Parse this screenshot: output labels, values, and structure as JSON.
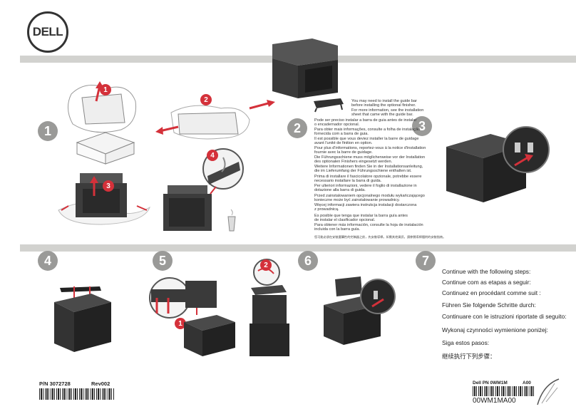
{
  "brand": {
    "logo_text": "DELL"
  },
  "colors": {
    "accent_red": "#d4313a",
    "step_gray": "#9a9a98",
    "band": "#d2d2cf"
  },
  "steps": {
    "s1": "1",
    "s2": "2",
    "s3": "3",
    "s4": "4",
    "s5": "5",
    "s6": "6",
    "s7": "7"
  },
  "substeps": {
    "a1": "1",
    "a2": "2",
    "a3": "3",
    "a4": "4",
    "b1": "1",
    "b2": "2"
  },
  "guide_note": "You may need to install the guide bar\nbefore installing the optional finisher.\nFor more information, see the installation\nsheet that came with the guide bar.",
  "multilang": [
    "Pode ser preciso instalar a barra de guia antes de instalar\no encadernador opcional.\nPara obter mais informações, consulte a folha de instalação\nfornecida com a barra de guia.",
    "Il est possible que vous deviez installer la barre de guidage\navant l'unité de finition en option.\nPour plus d'informations, reportez-vous à la notice d'installation\nfournie avec la barre de guidage.",
    "Die Führungsschiene muss möglicherweise vor der Installation\ndes optionalen Finishers eingesetzt werden.\nWeitere Informationen finden Sie in der Installationsanleitung,\ndie im Lieferumfang der Führungsschiene enthalten ist.",
    "Prima di installare il fascicolatore opzionale, potrebbe essere\nnecessario installare la barra di guida.\nPer ulteriori informazioni, vedere il foglio di installazione in\ndotazione alla barra di guida.",
    "Przed zainstalowaniem opcjonalnego modułu wykańczającego\nkonieczne może być zainstalowanie prowadnicy.\nWięcej informacji zawiera instrukcja instalacji dostarczona\nz prowadnicą.",
    "Es posible que tenga que instalar la barra guía antes\nde instalar el clasificador opcional.\nPara obtener más información, consulte la hoja de instalación\nincluida con la barra guía."
  ],
  "chinese_note": "您可能必須在安裝選購性的完稿器之前，先安裝導桿。如需其他資訊，請參閱導桿隨附的安裝指南。",
  "continue_steps": [
    "Continue with the following steps:",
    "Continue com as etapas a seguir:",
    "Continuez en procédant comme suit :",
    "Führen Sie folgende Schritte durch:",
    "Continuare con le istruzioni riportate di seguito:",
    "Wykonaj czynności wymienione poniżej:",
    "Siga estos pasos:",
    "继续执行下列步骤："
  ],
  "footer": {
    "pn_left": "P/N 3072728",
    "rev": "Rev002",
    "dell_pn": "Dell PN 0WM1M",
    "a00": "A00",
    "barcode_text": "00WM1MA00"
  }
}
